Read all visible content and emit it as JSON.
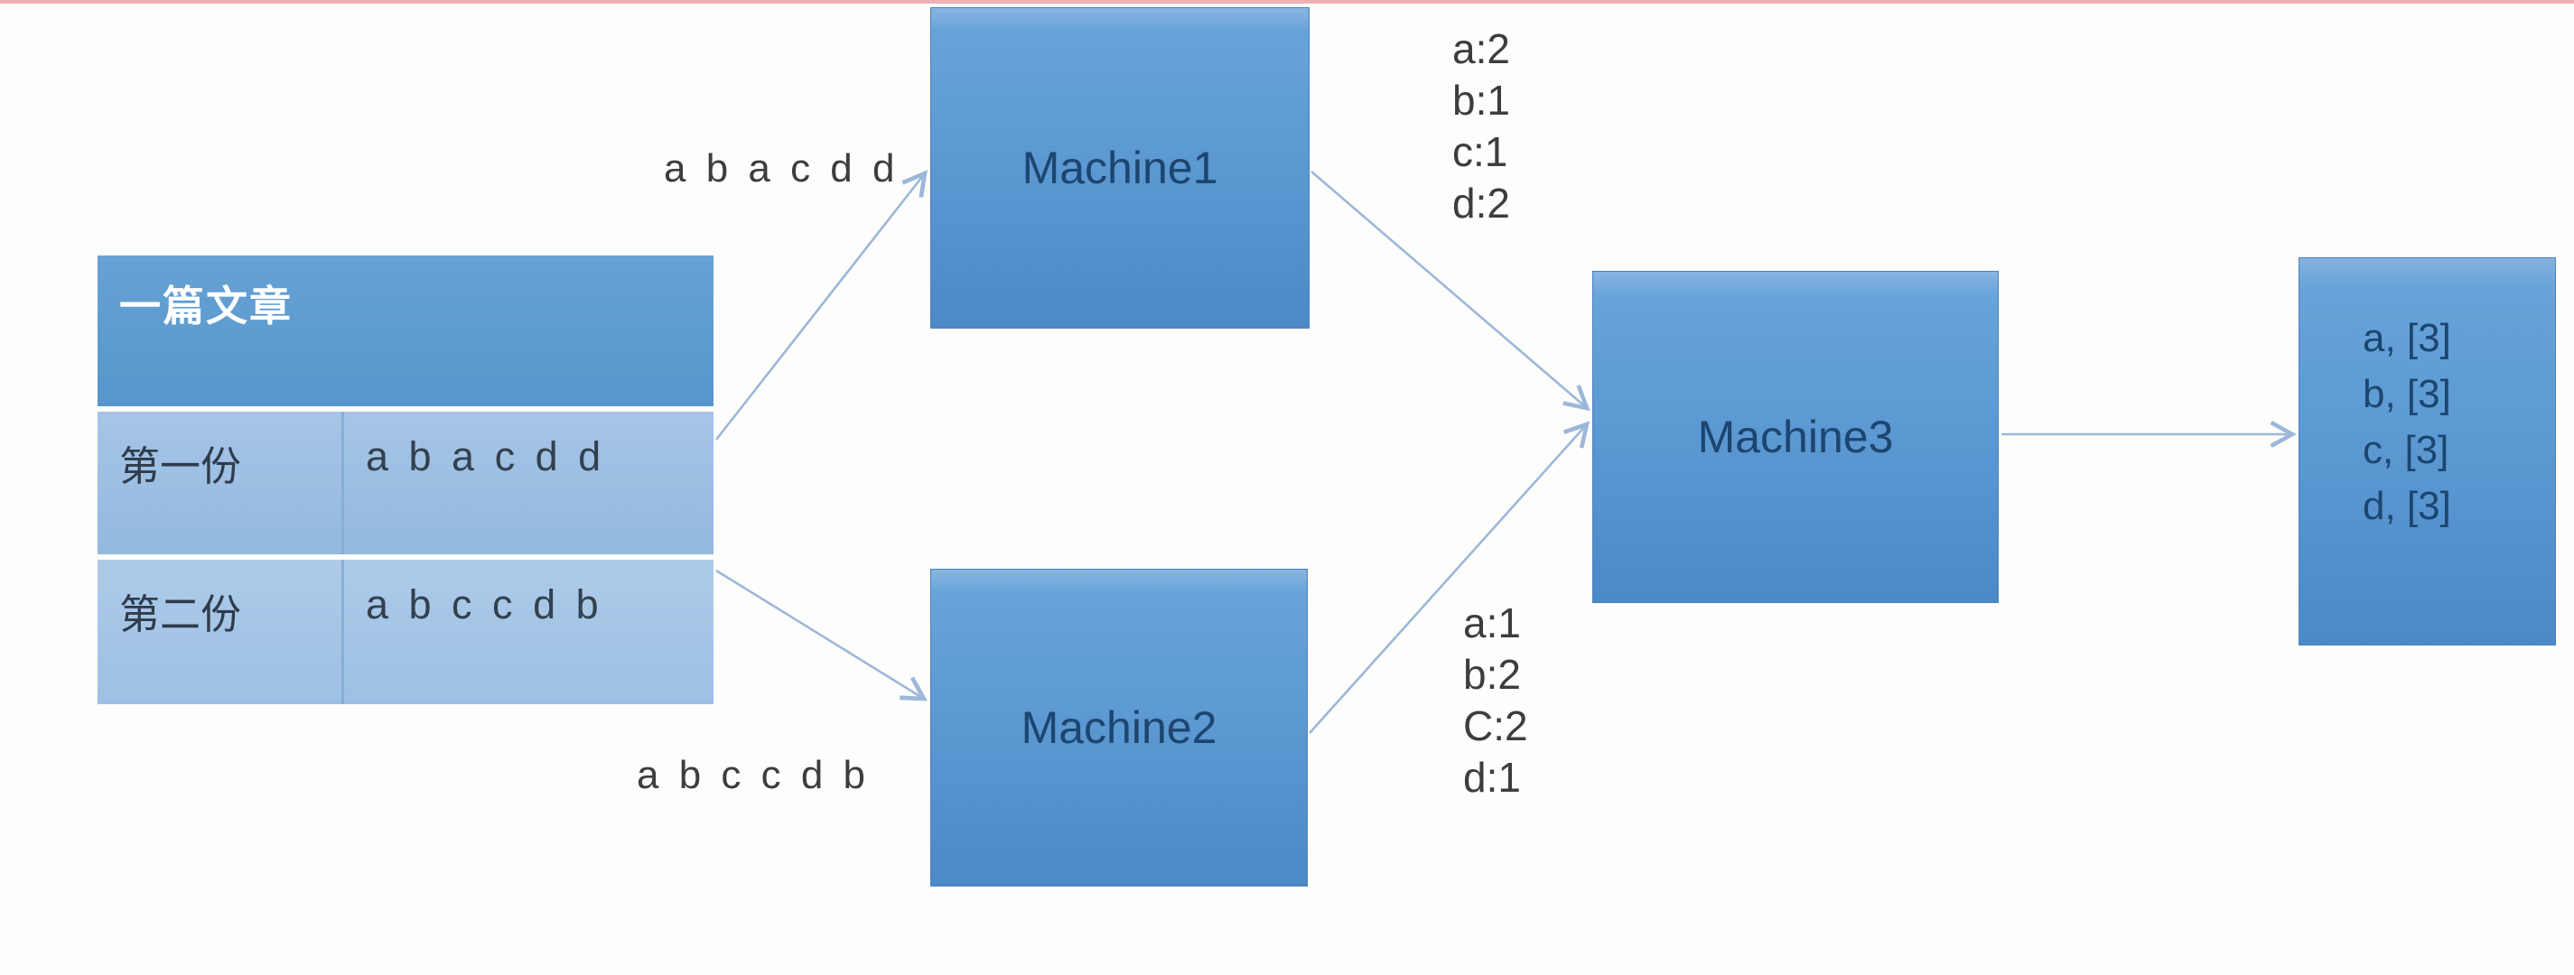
{
  "table": {
    "title": "一篇文章",
    "rows": [
      {
        "label": "第一份",
        "value": "a b a c d d"
      },
      {
        "label": "第二份",
        "value": "a b c c d b"
      }
    ]
  },
  "machines": [
    {
      "label": "Machine1"
    },
    {
      "label": "Machine2"
    },
    {
      "label": "Machine3"
    }
  ],
  "edge_labels": {
    "to_machine1": "a b a c d d",
    "to_machine2": "a b c c d b"
  },
  "counts": {
    "machine1_output": [
      "a:2",
      "b:1",
      "c:1",
      "d:2"
    ],
    "machine2_output": [
      "a:1",
      "b:2",
      "C:2",
      "d:1"
    ]
  },
  "result_box": {
    "lines": [
      "a, [3]",
      "b, [3]",
      "c, [3]",
      "d, [3]"
    ]
  },
  "colors": {
    "box_blue_top": "#68a4da",
    "box_blue_bottom": "#4d89c7",
    "table_header": "#5b9ace",
    "table_row": "#9cbfe3",
    "navy_text": "#1c4670",
    "arrow": "#9cb7da",
    "top_line": "#eeb0b5"
  }
}
